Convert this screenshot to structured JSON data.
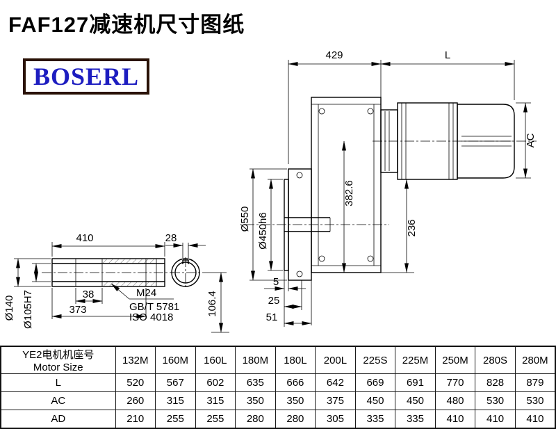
{
  "page": {
    "title": "FAF127减速机尺寸图纸"
  },
  "logo": {
    "text": "BOSERL",
    "text_color": "#1d1dc0",
    "border_color": "#2a1206"
  },
  "main_view": {
    "dim_total_length": "429",
    "dim_motor_length": "L",
    "dim_motor_ac": "AC",
    "dim_flange_od": "Ø550",
    "dim_spigot_dia": "Ø450h6",
    "dim_height_1": "382.6",
    "dim_height_2": "236",
    "dim_offset_1": "5",
    "dim_offset_2": "25",
    "dim_offset_3": "51"
  },
  "shaft_view": {
    "dim_length": "410",
    "dim_keyway_width": "28",
    "dim_step": "38",
    "dim_bore_depth": "373",
    "dim_shaft_od": "Ø140",
    "dim_bore_dia": "Ø105H7",
    "dim_axis_height": "106.4",
    "note_thread": "M24",
    "note_standard_1": "GB/T 5781",
    "note_standard_2": "ISO 4018"
  },
  "table": {
    "header": {
      "cn": "YE2电机机座号",
      "en": "Motor Size"
    },
    "columns": [
      "132M",
      "160M",
      "160L",
      "180M",
      "180L",
      "200L",
      "225S",
      "225M",
      "250M",
      "280S",
      "280M"
    ],
    "rows": [
      {
        "label": "L",
        "values": [
          "520",
          "567",
          "602",
          "635",
          "666",
          "642",
          "669",
          "691",
          "770",
          "828",
          "879"
        ]
      },
      {
        "label": "AC",
        "values": [
          "260",
          "315",
          "315",
          "350",
          "350",
          "375",
          "450",
          "450",
          "480",
          "530",
          "530"
        ]
      },
      {
        "label": "AD",
        "values": [
          "210",
          "255",
          "255",
          "280",
          "280",
          "305",
          "335",
          "335",
          "410",
          "410",
          "410"
        ]
      }
    ]
  }
}
